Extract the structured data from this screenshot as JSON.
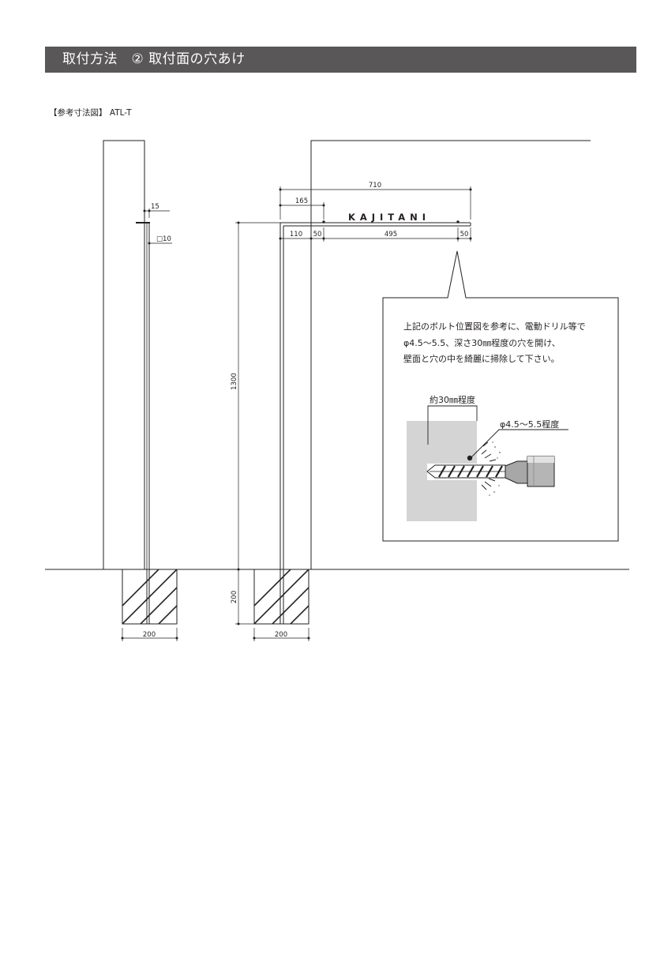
{
  "header": {
    "title": "取付方法　② 取付面の穴あけ"
  },
  "subtitle": "【参考寸法図】 ATL-T",
  "side_view": {
    "dim_top": "15",
    "dim_square": "□10",
    "dim_base_width": "200"
  },
  "front_view": {
    "dim_total_width": "710",
    "dim_offset": "165",
    "dim_left": "110",
    "dim_gap_left": "50",
    "dim_center": "495",
    "dim_gap_right": "50",
    "dim_height": "1300",
    "dim_depth": "200",
    "dim_base_width": "200",
    "sign_text": "KAJITANI"
  },
  "callout": {
    "instructions": [
      "上記のボルト位置図を参考に、電動ドリル等で",
      "φ4.5～5.5、深さ30㎜程度の穴を開け、",
      "壁面と穴の中を綺麗に掃除して下さい。"
    ],
    "depth_label": "約30㎜程度",
    "diameter_label": "φ4.5～5.5程度"
  },
  "colors": {
    "header_bg": "#595757",
    "wall_gray": "#d4d4d4",
    "line": "#231f20"
  }
}
